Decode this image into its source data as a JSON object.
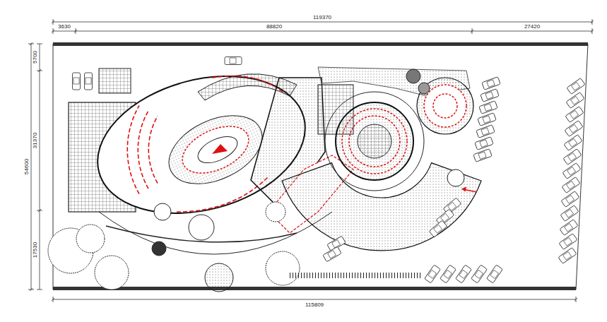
{
  "diagram": {
    "labels": [
      "119370",
      "3630",
      "88820",
      "27420",
      "5700",
      "31370",
      "54600",
      "17530",
      "115809"
    ]
  }
}
